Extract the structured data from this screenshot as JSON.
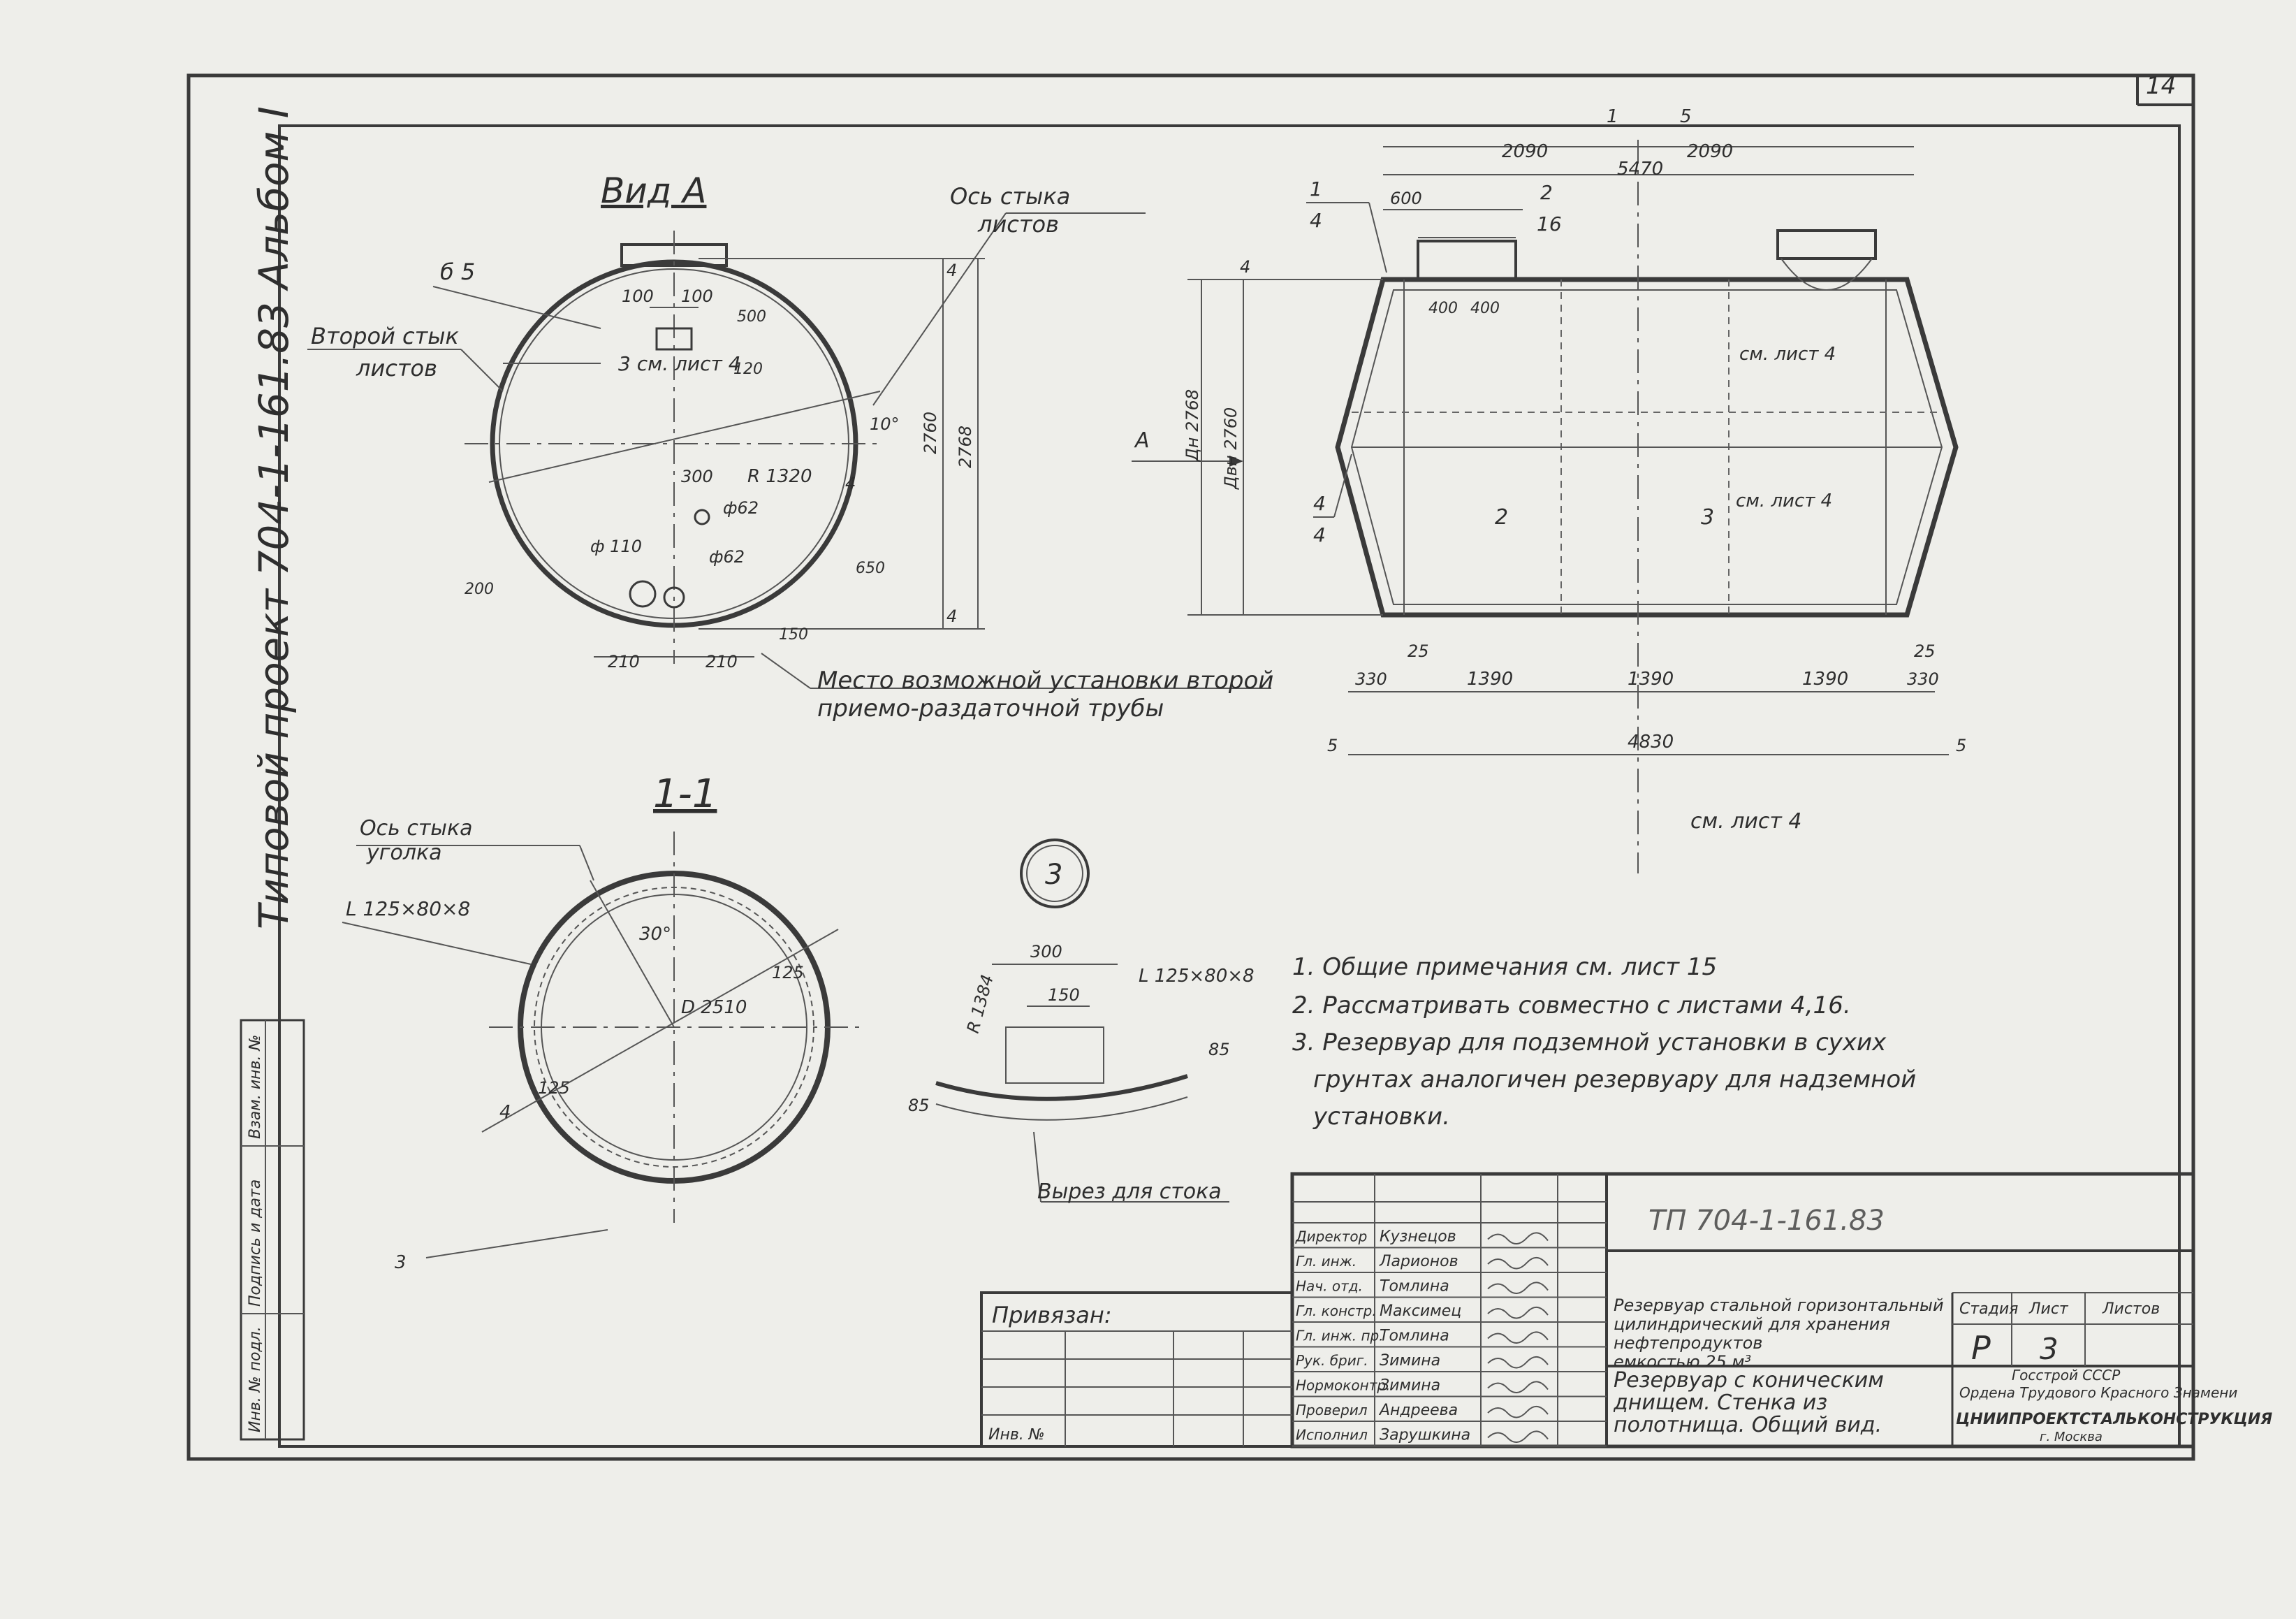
{
  "sheet_number": "14",
  "side_title": "Типовой проект 704-1-161.83  Альбом I",
  "view_a": {
    "title": "Вид А",
    "labels": {
      "b5": "б 5",
      "second_joint": "Второй стык",
      "second_joint_2": "листов",
      "joint_axis": "Ось стыка",
      "joint_axis_2": "листов",
      "see_sheet": "3 см. лист 4",
      "install_note_1": "Место возможной установки второй",
      "install_note_2": "приемо-раздаточной трубы"
    },
    "dims": {
      "d100a": "100",
      "d100b": "100",
      "d500": "500",
      "d120": "120",
      "d10deg": "10°",
      "r1320": "R 1320",
      "d300": "300",
      "phi62a": "ф62",
      "phi62b": "ф62",
      "phi110": "ф 110",
      "d200": "200",
      "d650": "650",
      "d150": "150",
      "d210a": "210",
      "d210b": "210",
      "d2760": "2760",
      "d2768": "2768",
      "d4a": "4",
      "d4b": "4",
      "d4c": "4"
    }
  },
  "side_view": {
    "dims": {
      "d2090a": "2090",
      "d2090b": "2090",
      "d5470": "5470",
      "d600": "600",
      "d400a": "400",
      "d400b": "400",
      "d25a": "25",
      "d25b": "25",
      "d330a": "330",
      "d330b": "330",
      "d1390a": "1390",
      "d1390b": "1390",
      "d1390c": "1390",
      "d4830": "4830",
      "d5a": "5",
      "d5b": "5",
      "d4": "4",
      "dn": "Дн 2768",
      "dvn": "Двн 2760",
      "arrow_a": "А"
    },
    "marks": {
      "m1_4": [
        "1",
        "4"
      ],
      "m2_16": [
        "2",
        "16"
      ],
      "m4_4": [
        "4",
        "4"
      ],
      "m1": "1",
      "m5": "5",
      "see_sheet_a": "см. лист 4",
      "see_sheet_b": "см. лист 4",
      "see_sheet_c": "см. лист 4",
      "sec_2": "2",
      "sec_3": "3"
    }
  },
  "section_1_1": {
    "title": "1-1",
    "labels": {
      "axis_1": "Ось стыка",
      "axis_2": "уголка",
      "angle": "L 125×80×8",
      "deg30": "30°",
      "d2510": "D 2510",
      "d125a": "125",
      "d125b": "125",
      "d4": "4",
      "d3": "3"
    }
  },
  "detail_3": {
    "callout": "3",
    "labels": {
      "d300": "300",
      "d150": "150",
      "r1384": "R 1384",
      "angle": "L 125×80×8",
      "d85a": "85",
      "d85b": "85",
      "cutout": "Вырез для стока"
    }
  },
  "notes": [
    "1. Общие примечания см. лист 15",
    "2. Рассматривать совместно с листами 4,16.",
    "3. Резервуар для подземной установки в сухих",
    "грунтах аналогичен резервуару для надземной",
    "установки."
  ],
  "title_block": {
    "project_code": "ТП 704-1-161.83",
    "privyazan": "Привязан:",
    "inv_no": "Инв. №",
    "roles": [
      {
        "role": "Директор",
        "name": "Кузнецов"
      },
      {
        "role": "Гл. инж.",
        "name": "Ларионов"
      },
      {
        "role": "Нач. отд.",
        "name": "Томлина"
      },
      {
        "role": "Гл. констр.",
        "name": "Максимец"
      },
      {
        "role": "Гл. инж. пр.",
        "name": "Томлина"
      },
      {
        "role": "Рук. бриг.",
        "name": "Зимина"
      },
      {
        "role": "Нормоконтр.",
        "name": "Зимина"
      },
      {
        "role": "Проверил",
        "name": "Андреева"
      },
      {
        "role": "Исполнил",
        "name": "Зарушкина"
      }
    ],
    "description_1": "Резервуар стальной горизонтальный цилиндрический для хранения нефтепродуктов",
    "capacity": "емкостью 25 м³",
    "description_2": "Резервуар с коническим днищем. Стенка из полотнища. Общий вид.",
    "col_stage": "Стадия",
    "col_sheet": "Лист",
    "col_sheets": "Листов",
    "stage": "Р",
    "sheet": "3",
    "org_1": "Госстрой СССР",
    "org_2": "Ордена Трудового Красного Знамени",
    "org_3": "ЦНИИПРОЕКТСТАЛЬКОНСТРУКЦИЯ",
    "org_4": "г. Москва"
  },
  "side_stamp": [
    "Инв. № подл.",
    "Подпись и дата",
    "Взам. инв. №"
  ]
}
